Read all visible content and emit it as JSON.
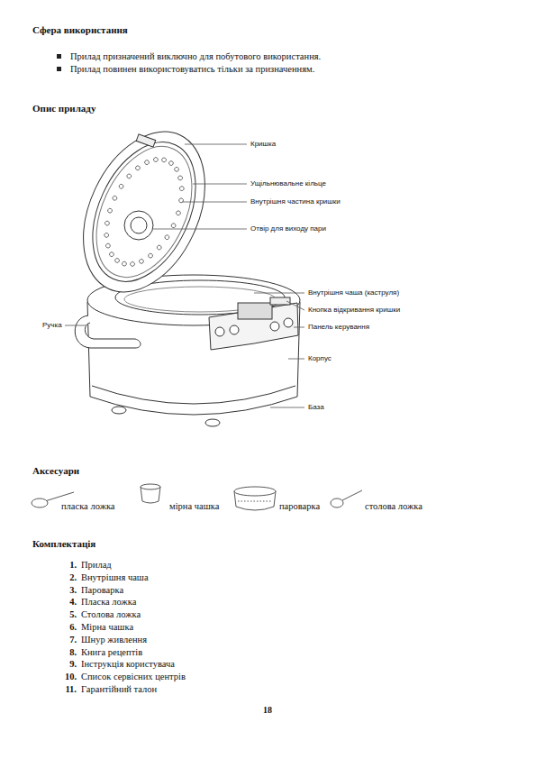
{
  "diagram": {
    "labels": [
      "Сфера використання",
      "Прилад призначений виключно для побутового використання.",
      "Прилад повинен використовуватись тільки за призначенням.",
      "Опис приладу",
      "Кришка",
      "Ущільнювальне кільце",
      "Внутрішня частина кришки",
      "Отвір для виходу пари",
      "Внутрішня чаша (каструля)",
      "Кнопка відкривання кришки",
      "Панель керування",
      "Ручка",
      "Корпус",
      "База",
      "Аксесуари",
      "пласка ложка",
      "мірна чашка",
      "пароварка",
      "столова ложка",
      "Комплектація",
      "1.",
      "2.",
      "3.",
      "4.",
      "5.",
      "6.",
      "7.",
      "8.",
      "9.",
      "10.",
      "11.",
      "Прилад",
      "Внутрішня чаша",
      "Пароварка",
      "Пласка ложка",
      "Столова ложка",
      "Мірна чашка",
      "Шнур живлення",
      "Книга рецептів",
      "Інструкція користувача",
      "Список сервісних центрів",
      "Гарантійний талон",
      "18"
    ]
  }
}
